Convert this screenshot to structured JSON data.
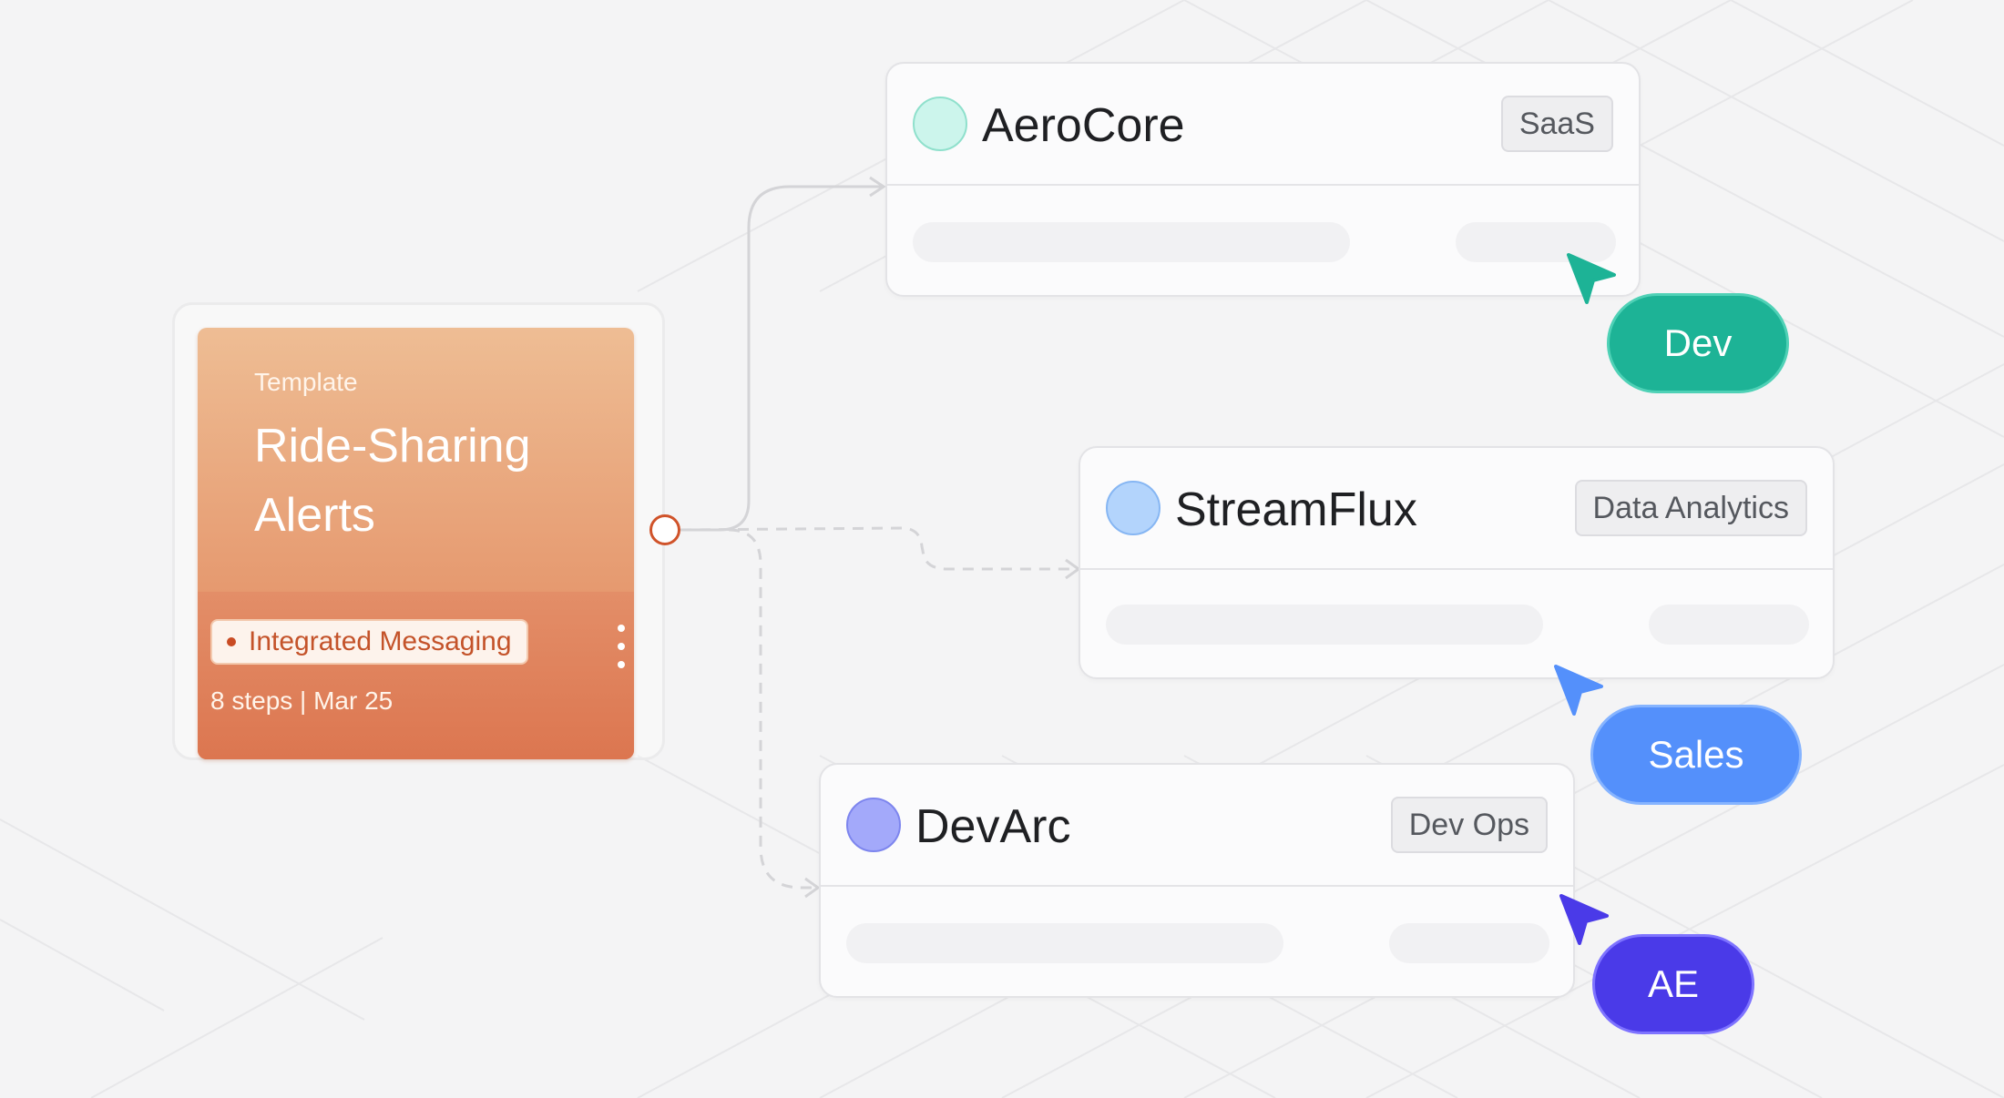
{
  "template": {
    "kicker": "Template",
    "title": "Ride-Sharing Alerts",
    "tag": "Integrated Messaging",
    "meta": "8 steps | Mar 25"
  },
  "nodes": [
    {
      "name": "AeroCore",
      "badge": "SaaS",
      "dot_color": "#ccf5ec",
      "dot_border": "#8fe0cc"
    },
    {
      "name": "StreamFlux",
      "badge": "Data Analytics",
      "dot_color": "#b3d4fc",
      "dot_border": "#86b6f3"
    },
    {
      "name": "DevArc",
      "badge": "Dev Ops",
      "dot_color": "#a3a9fa",
      "dot_border": "#7d85ee"
    }
  ],
  "cursors": [
    {
      "label": "Dev",
      "color": "#1db396",
      "border": "#4fd1b6",
      "icon": "cursor-arrow-icon"
    },
    {
      "label": "Sales",
      "color": "#5490fb",
      "border": "#86b4ff",
      "icon": "cursor-arrow-icon"
    },
    {
      "label": "AE",
      "color": "#4a3ae8",
      "border": "#7e73ff",
      "icon": "cursor-arrow-icon"
    }
  ],
  "colors": {
    "background": "#f4f4f5",
    "template_accent": "#dd7a52",
    "port": "#d0532a"
  }
}
